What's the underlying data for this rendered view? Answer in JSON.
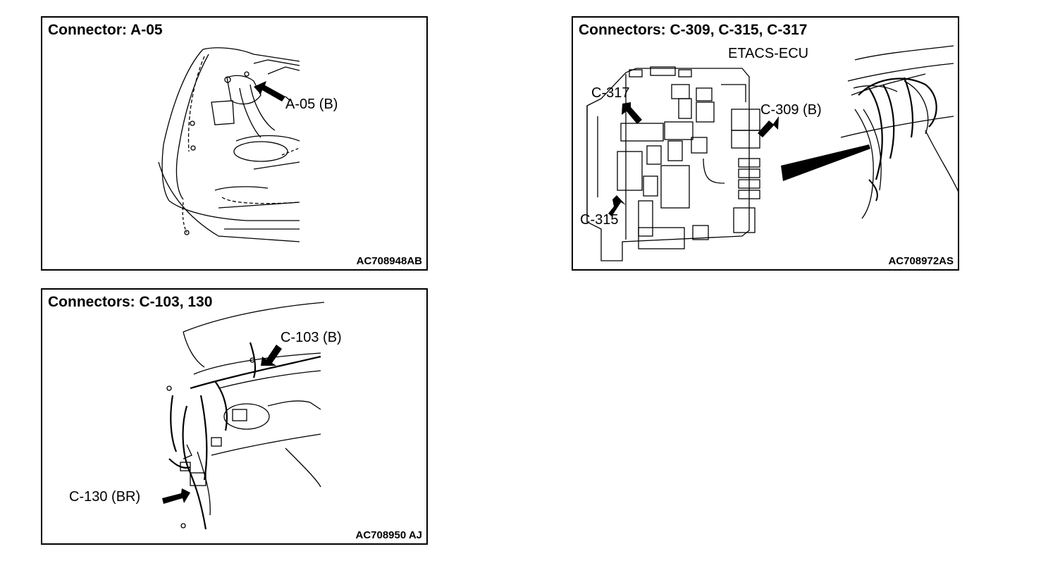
{
  "panels": {
    "a05": {
      "title": "Connector: A-05",
      "code": "AC708948AB",
      "labels": {
        "a05": "A-05 (B)"
      }
    },
    "etacs": {
      "title": "Connectors: C-309, C-315, C-317",
      "subtitle": "ETACS-ECU",
      "code": "AC708972AS",
      "labels": {
        "c317": "C-317",
        "c309": "C-309 (B)",
        "c315": "C-315"
      }
    },
    "c103": {
      "title": "Connectors: C-103, 130",
      "code": "AC708950 AJ",
      "labels": {
        "c103": "C-103 (B)",
        "c130": "C-130 (BR)"
      }
    }
  }
}
